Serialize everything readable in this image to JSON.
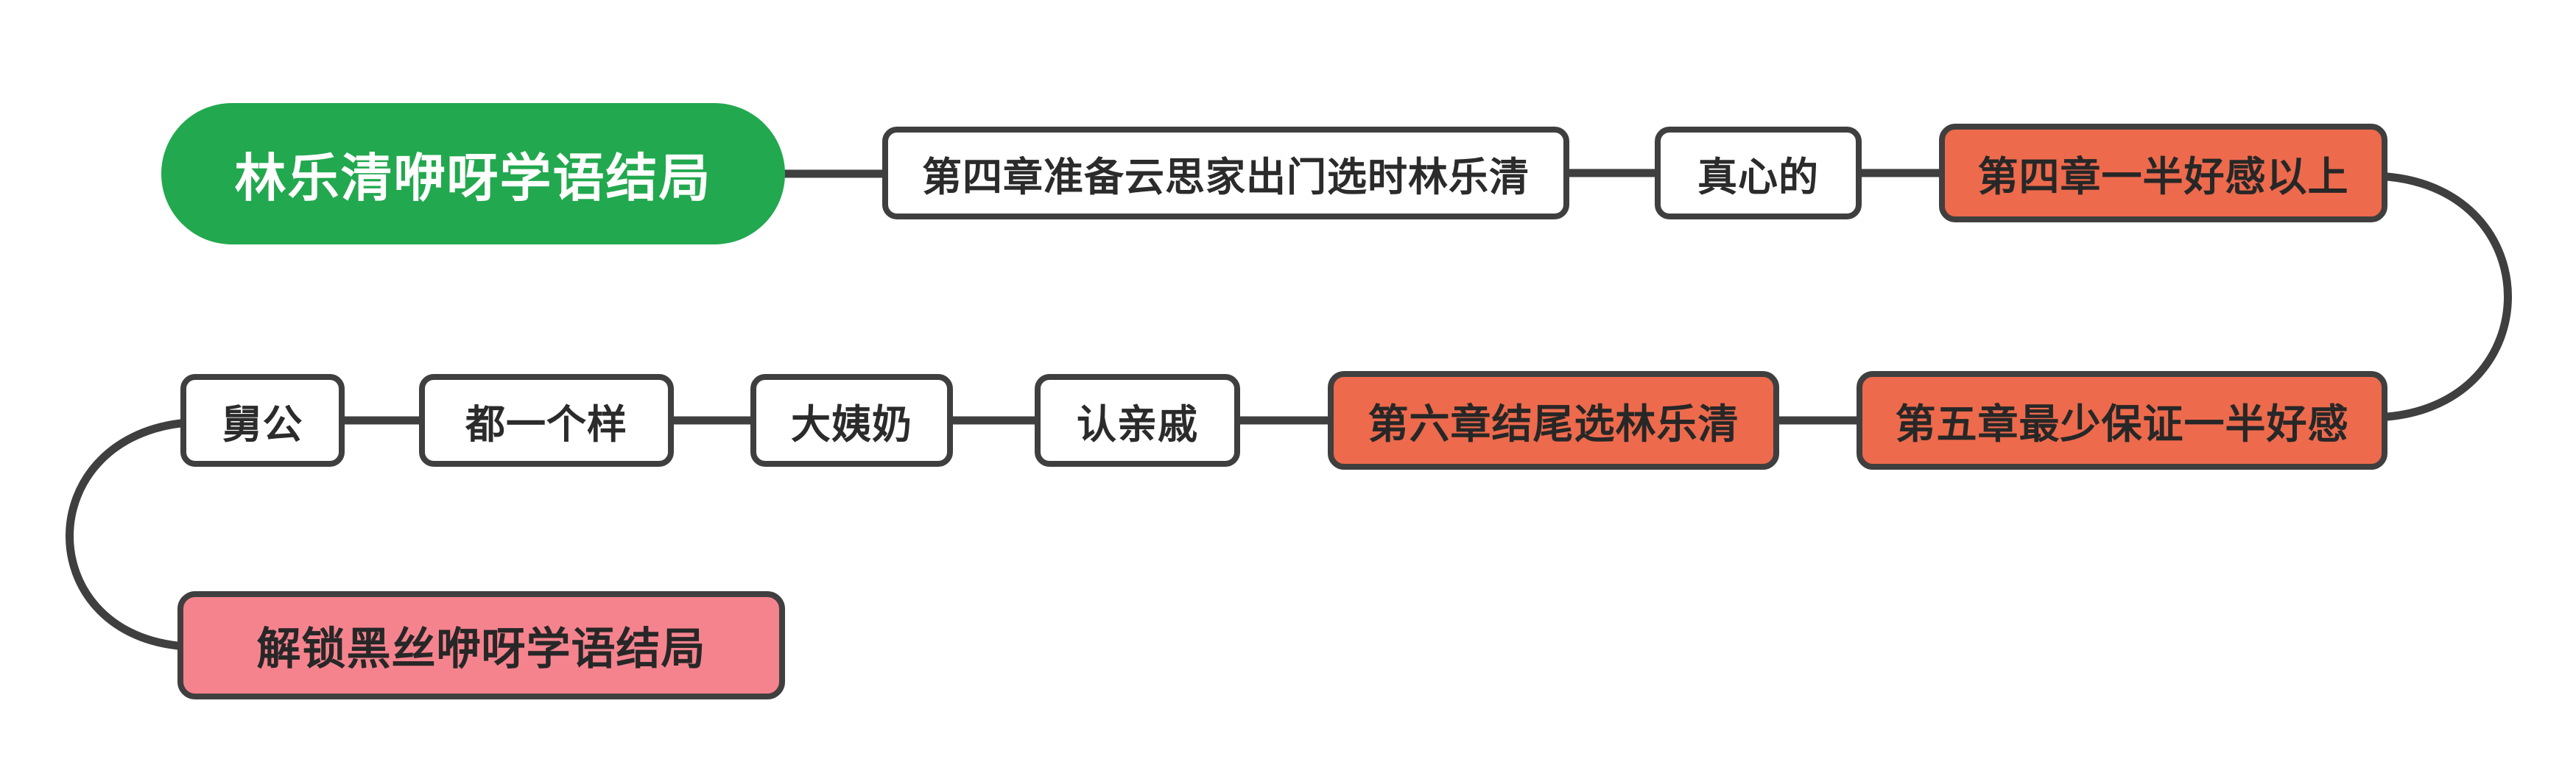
{
  "diagram": {
    "type": "flowchart",
    "description": "Game ending walkthrough route map, two horizontal rows joined by looping side connectors",
    "nodes": [
      {
        "id": "start",
        "label": "林乐清咿呀学语结局",
        "role": "start-ending-title",
        "fill": "#22a84e",
        "text_color": "#ffffff"
      },
      {
        "id": "step1",
        "label": "第四章准备云思家出门选时林乐清",
        "role": "step",
        "fill": "#ffffff",
        "text_color": "#2b2b2b"
      },
      {
        "id": "step2",
        "label": "真心的",
        "role": "choice",
        "fill": "#ffffff",
        "text_color": "#2b2b2b"
      },
      {
        "id": "step3",
        "label": "第四章一半好感以上",
        "role": "condition",
        "fill": "#ed6a4c",
        "text_color": "#272727"
      },
      {
        "id": "step4",
        "label": "第五章最少保证一半好感",
        "role": "condition",
        "fill": "#ed6a4c",
        "text_color": "#272727"
      },
      {
        "id": "step5",
        "label": "第六章结尾选林乐清",
        "role": "condition",
        "fill": "#ed6a4c",
        "text_color": "#272727"
      },
      {
        "id": "step6",
        "label": "认亲戚",
        "role": "choice",
        "fill": "#ffffff",
        "text_color": "#2b2b2b"
      },
      {
        "id": "step7",
        "label": "大姨奶",
        "role": "choice",
        "fill": "#ffffff",
        "text_color": "#2b2b2b"
      },
      {
        "id": "step8",
        "label": "都一个样",
        "role": "choice",
        "fill": "#ffffff",
        "text_color": "#2b2b2b"
      },
      {
        "id": "step9",
        "label": "舅公",
        "role": "choice",
        "fill": "#ffffff",
        "text_color": "#2b2b2b"
      },
      {
        "id": "end",
        "label": "解锁黑丝咿呀学语结局",
        "role": "unlock-ending",
        "fill": "#f5838e",
        "text_color": "#272727"
      }
    ],
    "edges": [
      {
        "from": "start",
        "to": "step1"
      },
      {
        "from": "step1",
        "to": "step2"
      },
      {
        "from": "step2",
        "to": "step3"
      },
      {
        "from": "step3",
        "to": "step4",
        "shape": "right-loop"
      },
      {
        "from": "step4",
        "to": "step5"
      },
      {
        "from": "step5",
        "to": "step6"
      },
      {
        "from": "step6",
        "to": "step7"
      },
      {
        "from": "step7",
        "to": "step8"
      },
      {
        "from": "step8",
        "to": "step9"
      },
      {
        "from": "step9",
        "to": "end",
        "shape": "left-loop"
      }
    ],
    "colors": {
      "background": "#ffffff",
      "connector": "#3f3f3f",
      "node_border": "#3f3f3f",
      "green_fill": "#22a84e",
      "red_fill": "#ed6a4c",
      "pink_fill": "#f5838e",
      "white_fill": "#ffffff"
    }
  }
}
